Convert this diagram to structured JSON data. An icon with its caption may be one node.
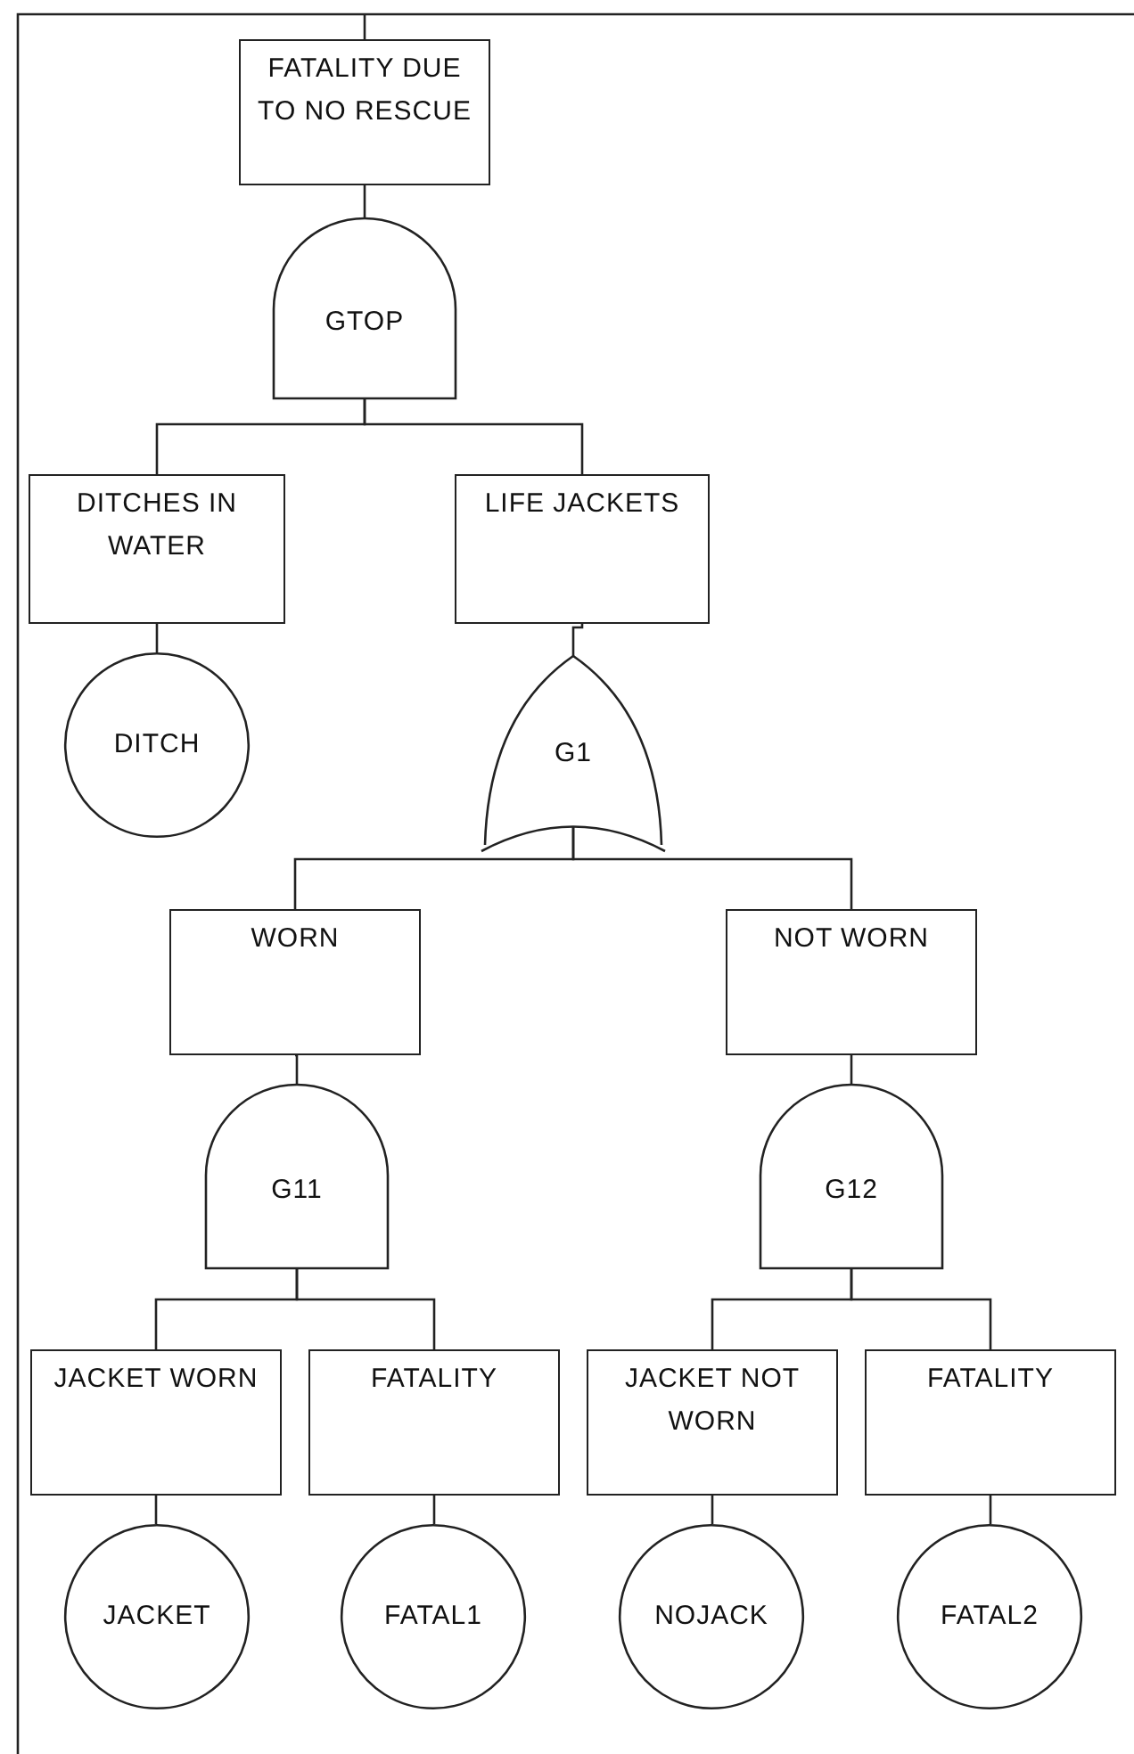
{
  "diagram": {
    "nodes": [
      {
        "text": [
          "FATALITY DUE TO NO RESCUE"
        ]
      },
      {
        "text": [
          "GTOP"
        ]
      },
      {
        "text": [
          "DITCHES IN WATER"
        ]
      },
      {
        "text": [
          "LIFE JACKETS"
        ]
      },
      {
        "text": [
          "DITCH"
        ]
      },
      {
        "text": [
          "G1"
        ]
      },
      {
        "text": [
          "WORN"
        ]
      },
      {
        "text": [
          "NOT WORN"
        ]
      },
      {
        "text": [
          "G11"
        ]
      },
      {
        "text": [
          "G12"
        ]
      },
      {
        "text": [
          "JACKET WORN"
        ]
      },
      {
        "text": [
          "FATALITY"
        ]
      },
      {
        "text": [
          "JACKET NOT WORN"
        ]
      },
      {
        "text": [
          "FATALITY"
        ]
      },
      {
        "text": [
          "JACKET"
        ]
      },
      {
        "text": [
          "FATAL1"
        ]
      },
      {
        "text": [
          "NOJACK"
        ]
      },
      {
        "text": [
          "FATAL2"
        ]
      }
    ],
    "edges": [
      {
        "from": null,
        "to": 0,
        "arrow": "none"
      },
      {
        "from": 0,
        "to": 1,
        "arrow": "none"
      },
      {
        "from": 1,
        "to": 2,
        "arrow": "none"
      },
      {
        "from": 1,
        "to": 3,
        "arrow": "none"
      },
      {
        "from": 2,
        "to": 4,
        "arrow": "none"
      },
      {
        "from": 3,
        "to": 5,
        "arrow": "none"
      },
      {
        "from": 5,
        "to": 6,
        "arrow": "none"
      },
      {
        "from": 5,
        "to": 7,
        "arrow": "none"
      },
      {
        "from": 6,
        "to": 8,
        "arrow": "none"
      },
      {
        "from": 7,
        "to": 9,
        "arrow": "none"
      },
      {
        "from": 8,
        "to": 10,
        "arrow": "none"
      },
      {
        "from": 8,
        "to": 11,
        "arrow": "none"
      },
      {
        "from": 9,
        "to": 12,
        "arrow": "none"
      },
      {
        "from": 9,
        "to": 13,
        "arrow": "none"
      },
      {
        "from": 10,
        "to": 14,
        "arrow": "none"
      },
      {
        "from": 11,
        "to": 15,
        "arrow": "none"
      },
      {
        "from": 12,
        "to": 16,
        "arrow": "none"
      },
      {
        "from": 13,
        "to": 17,
        "arrow": "none"
      }
    ]
  }
}
